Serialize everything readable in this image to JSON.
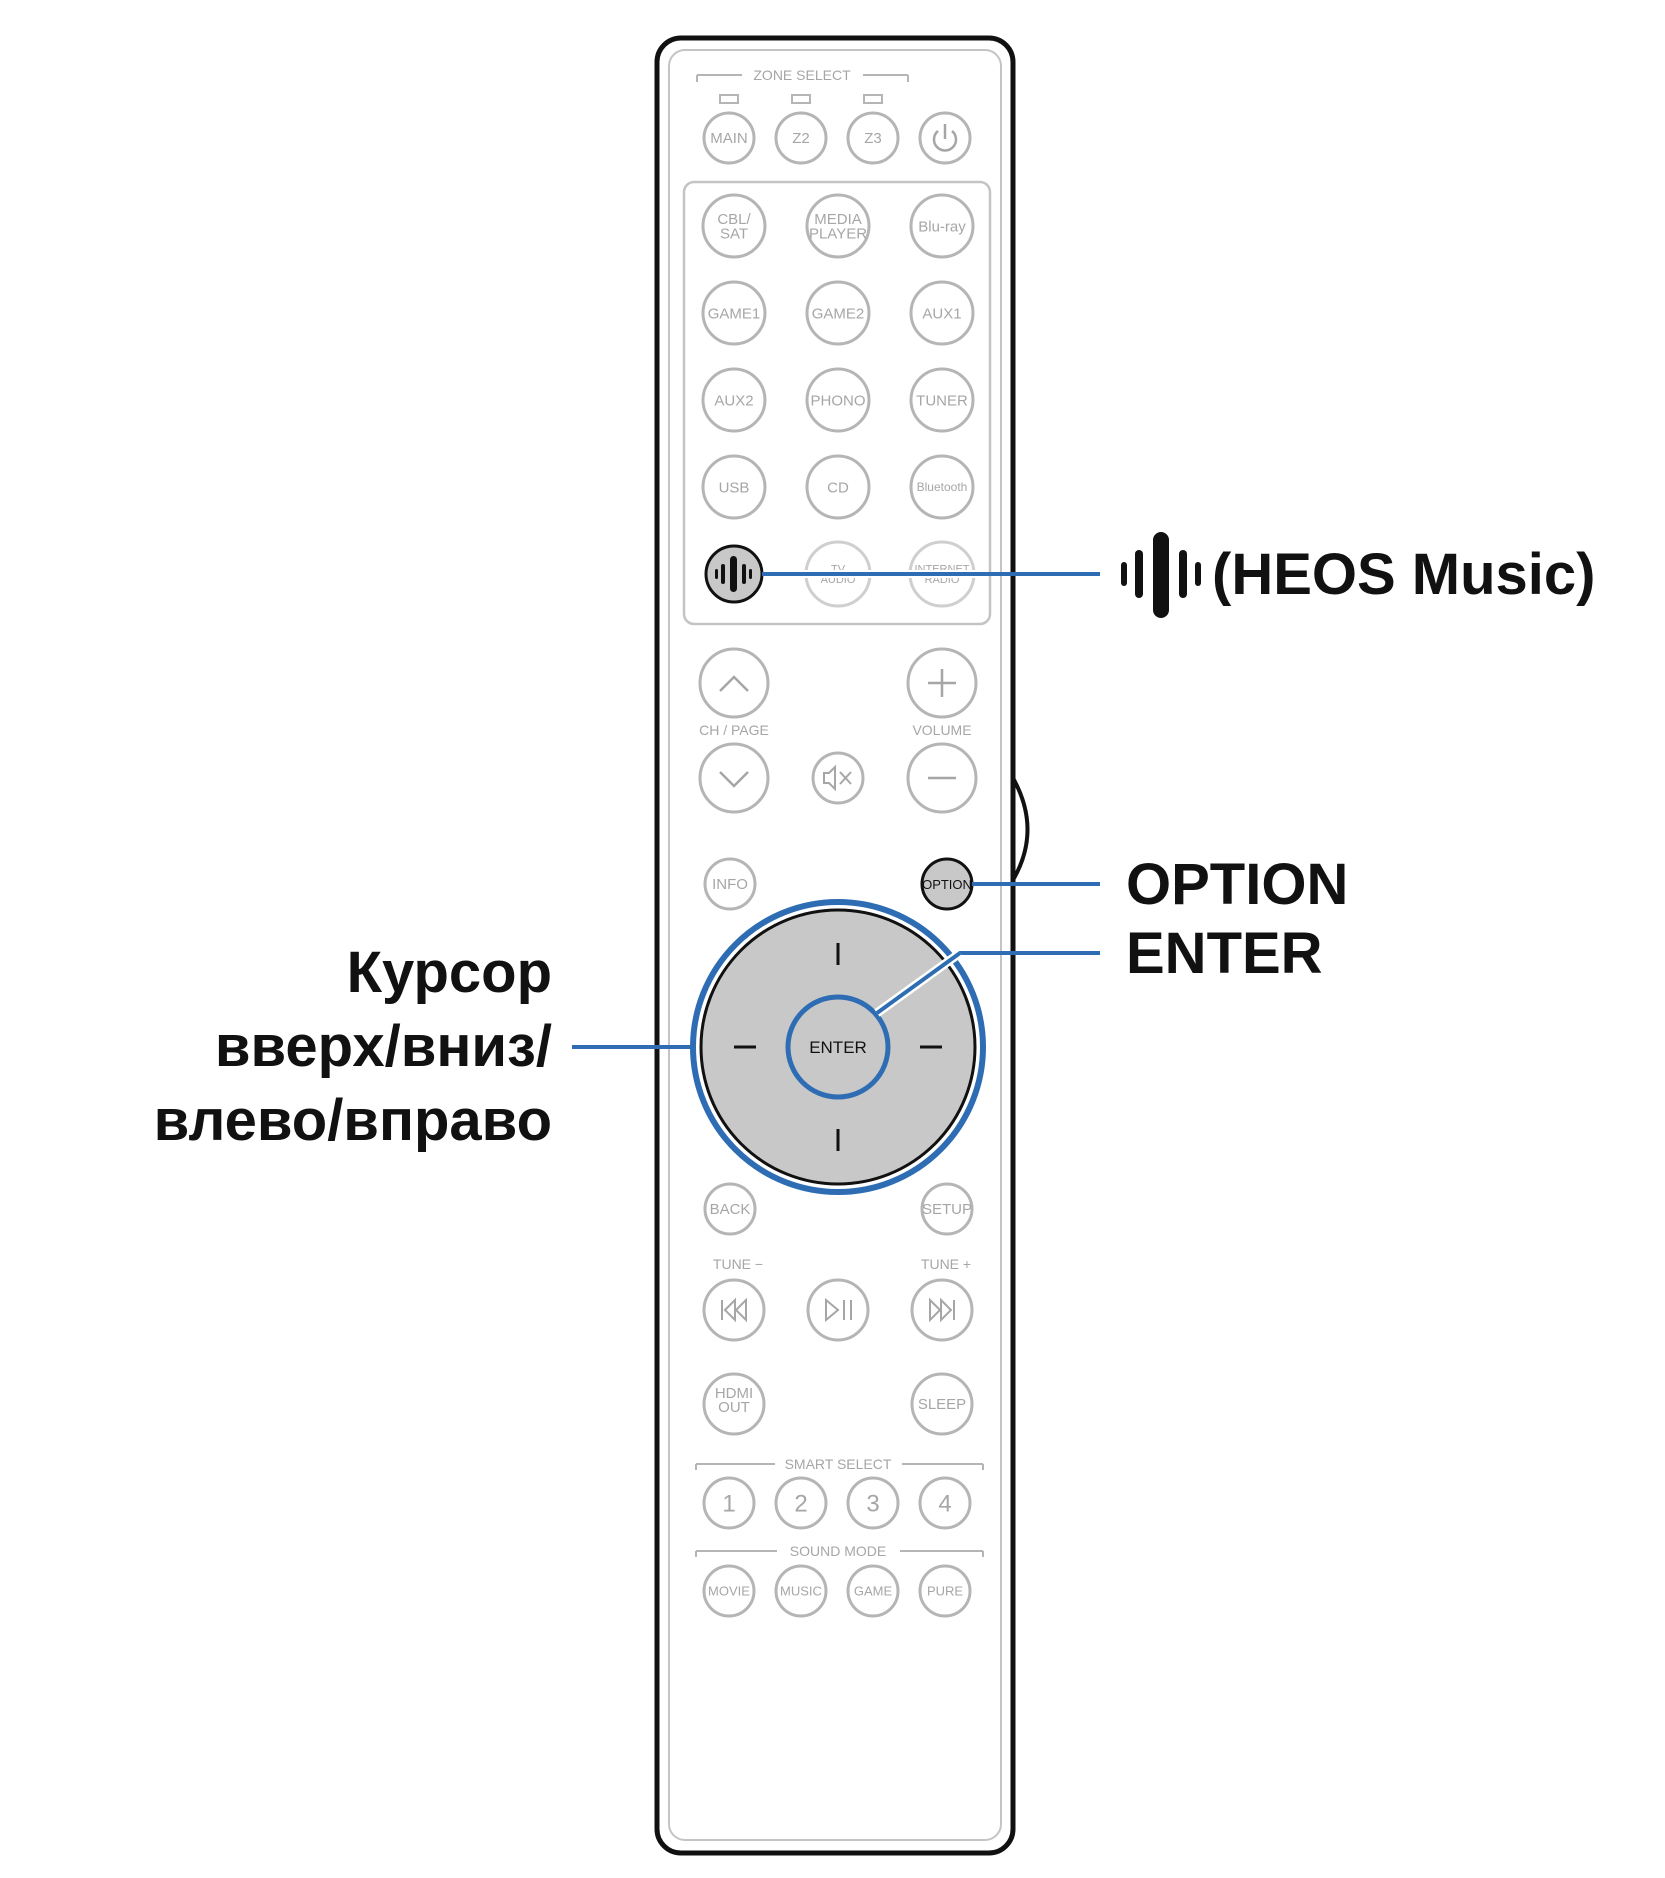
{
  "remote": {
    "zone_select": "ZONE SELECT",
    "zone_buttons": [
      "MAIN",
      "Z2",
      "Z3"
    ],
    "sources": [
      [
        "CBL/\nSAT",
        "MEDIA\nPLAYER",
        "Blu-ray"
      ],
      [
        "GAME1",
        "GAME2",
        "AUX1"
      ],
      [
        "AUX2",
        "PHONO",
        "TUNER"
      ],
      [
        "USB",
        "CD",
        "Bluetooth"
      ],
      [
        "",
        "TV\nAUDIO",
        "INTERNET\nRADIO"
      ]
    ],
    "ch_page": "CH / PAGE",
    "volume": "VOLUME",
    "info": "INFO",
    "option": "OPTION",
    "enter": "ENTER",
    "back": "BACK",
    "setup": "SETUP",
    "tune_minus": "TUNE −",
    "tune_plus": "TUNE +",
    "hdmi_out": "HDMI\nOUT",
    "sleep": "SLEEP",
    "smart_select": "SMART SELECT",
    "smart_buttons": [
      "1",
      "2",
      "3",
      "4"
    ],
    "sound_mode": "SOUND MODE",
    "sound_buttons": [
      "MOVIE",
      "MUSIC",
      "GAME",
      "PURE"
    ]
  },
  "callouts": {
    "heos": "(HEOS Music)",
    "option": "OPTION",
    "enter": "ENTER",
    "cursor": [
      "Курсор",
      "вверх/вниз/",
      "влево/вправо"
    ]
  },
  "colors": {
    "highlight": "#2e6db3",
    "outline": "#111111",
    "button_gray": "#c8c8c8",
    "faint": "#b5b5b5"
  }
}
